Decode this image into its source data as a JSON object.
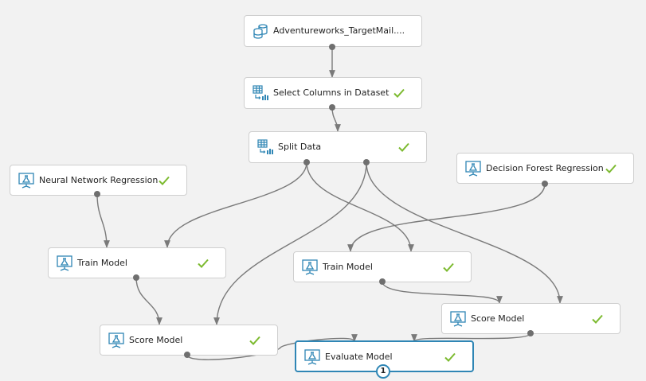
{
  "colors": {
    "accent": "#2f86b5",
    "check": "#7cba2f",
    "icon": "#2f86b5",
    "wire": "#7a7a7a"
  },
  "modules": {
    "dataset": {
      "label": "Adventureworks_TargetMail....",
      "icon": "dataset-icon"
    },
    "select_columns": {
      "label": "Select Columns in Dataset",
      "icon": "table-transform-icon",
      "status": "complete"
    },
    "split_data": {
      "label": "Split Data",
      "icon": "table-transform-icon",
      "status": "complete"
    },
    "neural_network": {
      "label": "Neural Network Regression",
      "icon": "model-icon",
      "status": "complete"
    },
    "decision_forest": {
      "label": "Decision Forest Regression",
      "icon": "model-icon",
      "status": "complete"
    },
    "train_left": {
      "label": "Train Model",
      "icon": "model-icon",
      "status": "complete"
    },
    "train_right": {
      "label": "Train Model",
      "icon": "model-icon",
      "status": "complete"
    },
    "score_left": {
      "label": "Score Model",
      "icon": "model-icon",
      "status": "complete"
    },
    "score_right": {
      "label": "Score Model",
      "icon": "model-icon",
      "status": "complete"
    },
    "evaluate": {
      "label": "Evaluate Model",
      "icon": "model-icon",
      "status": "complete",
      "output_badge": "1"
    }
  }
}
